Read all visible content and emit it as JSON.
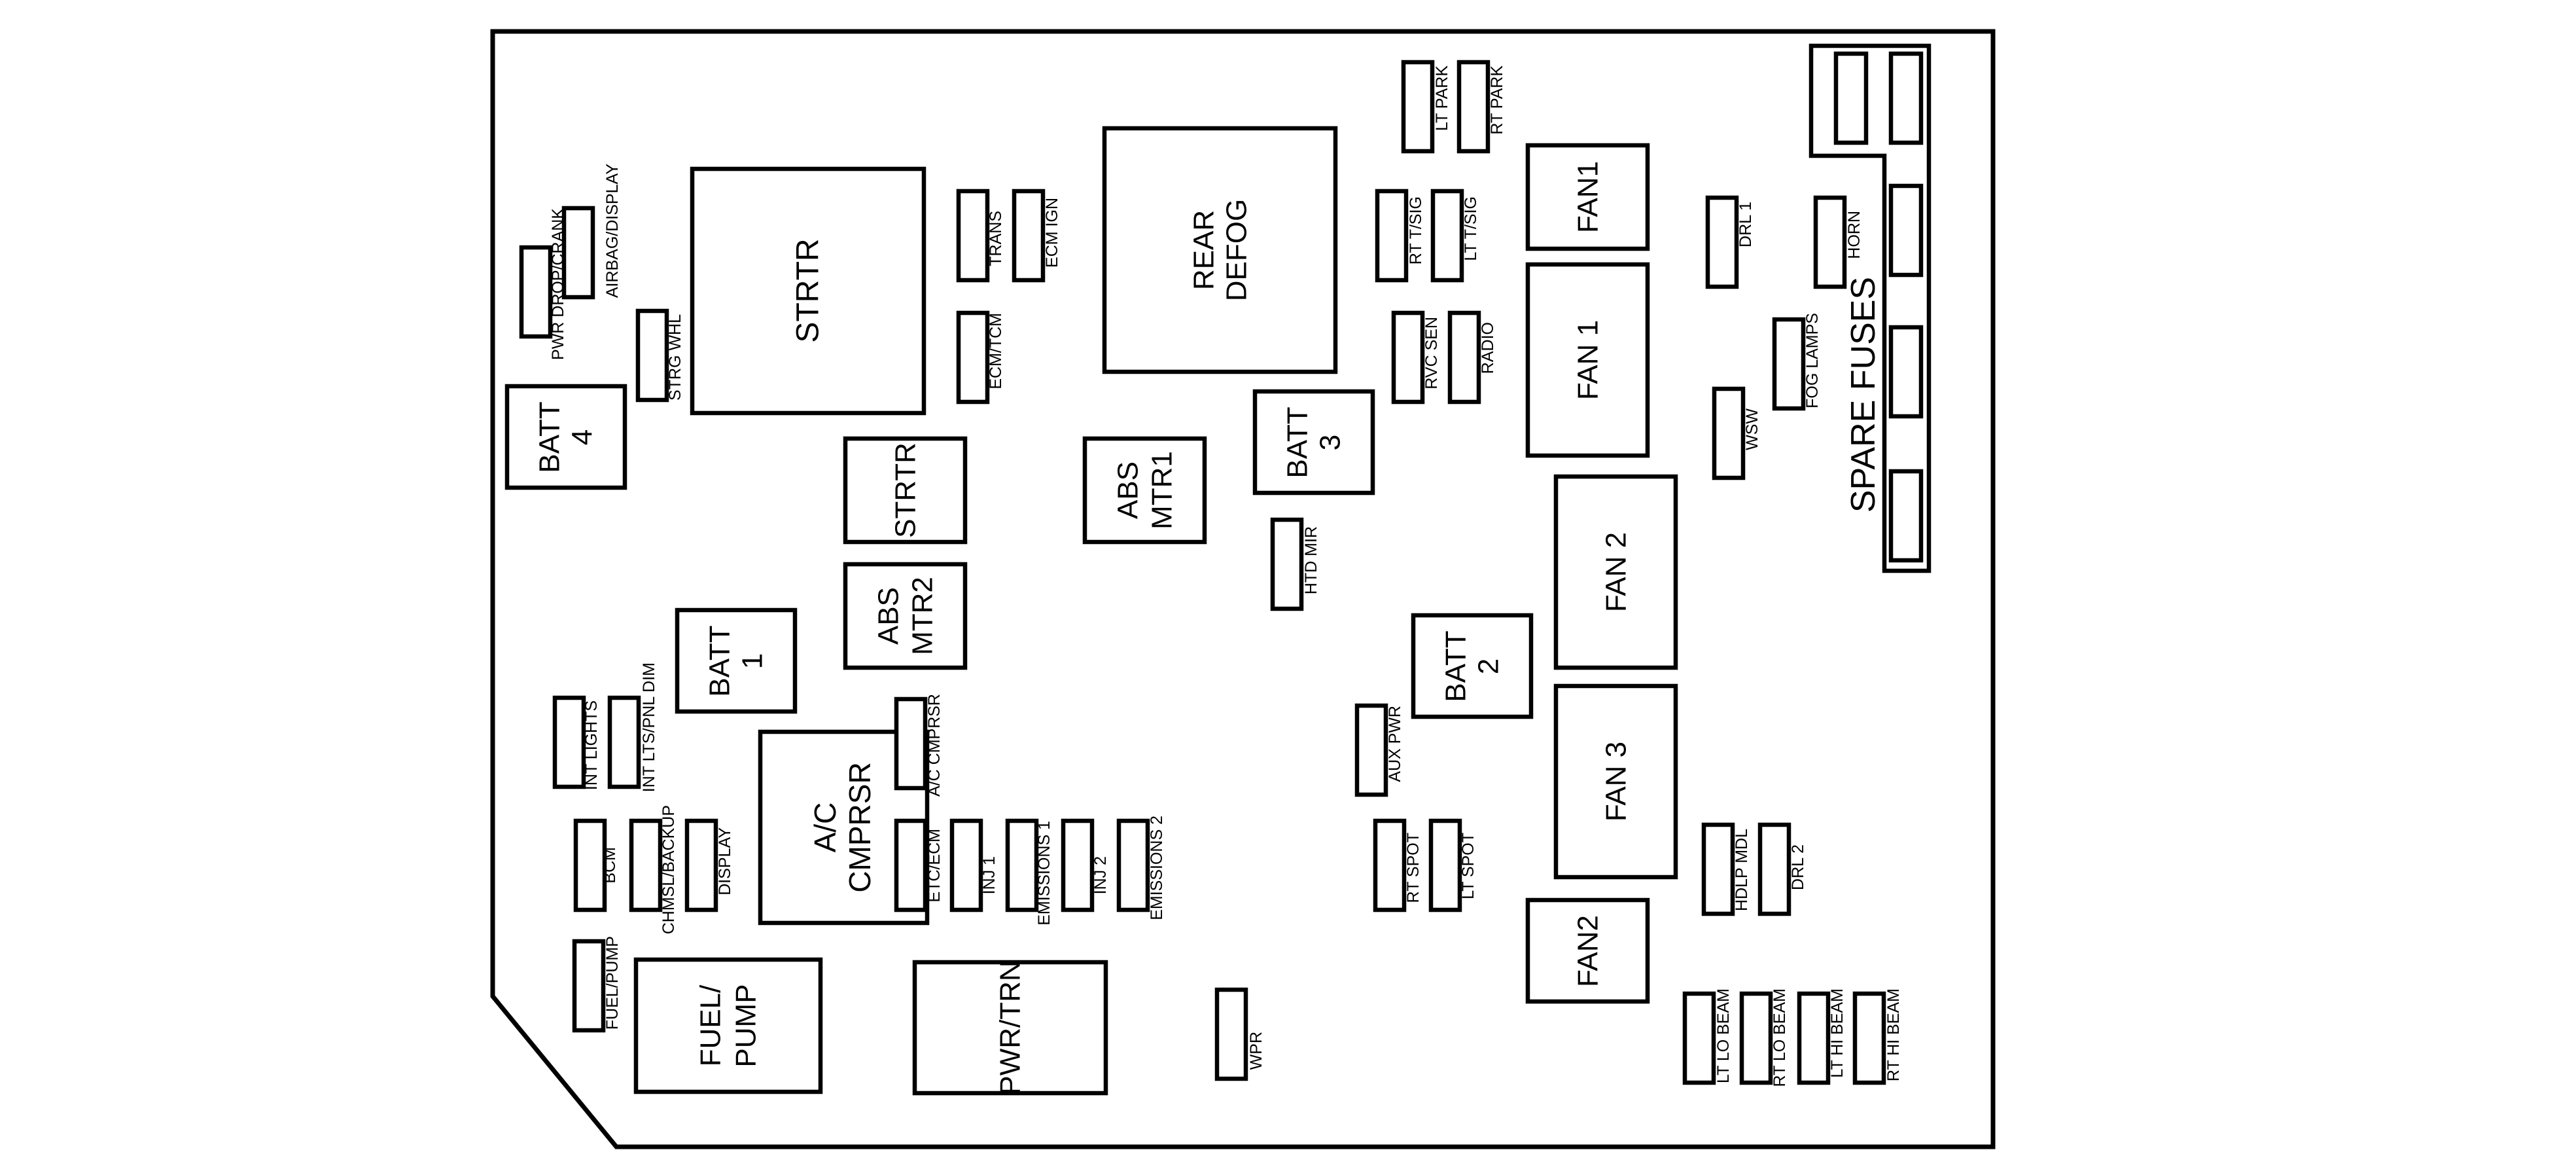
{
  "diagram": {
    "title": "",
    "components": {
      "strtr_relay_large": [
        "STRTR"
      ],
      "rear_defog": [
        "REAR",
        "DEFOG"
      ],
      "batt4": [
        "BATT",
        "4"
      ],
      "strtr_relay_small": [
        "STRTR"
      ],
      "abs_mtr2": [
        "ABS",
        "MTR2"
      ],
      "abs_mtr1": [
        "ABS",
        "MTR1"
      ],
      "batt3": [
        "BATT",
        "3"
      ],
      "batt1": [
        "BATT",
        "1"
      ],
      "ac_cmprsr_relay": [
        "A/C",
        "CMPRSR"
      ],
      "fuel_pump_relay": [
        "FUEL/",
        "PUMP"
      ],
      "pwr_trn_relay": [
        "PWR/TRN"
      ],
      "batt2": [
        "BATT",
        "2"
      ],
      "fan1_small": [
        "FAN1"
      ],
      "fan1_large": [
        "FAN 1"
      ],
      "fan2_large": [
        "FAN 2"
      ],
      "fan3": [
        "FAN 3"
      ],
      "fan2_small": [
        "FAN2"
      ],
      "spare_fuses": [
        "SPARE FUSES"
      ]
    },
    "fuses": {
      "pwr_drop_crank": "PWR DROP/CRANK",
      "airbag_display": "AIRBAG/DISPLAY",
      "strg_whl": "STRG WHL",
      "trans": "TRANS",
      "ecm_ign": "ECM IGN",
      "ecm_tcm": "ECM/TCM",
      "lt_park": "LT PARK",
      "rt_park": "RT PARK",
      "rt_tsig": "RT T/SIG",
      "lt_tsig": "LT T/SIG",
      "rvc_sen": "RVC SEN",
      "radio": "RADIO",
      "drl1": "DRL 1",
      "horn": "HORN",
      "fog_lamps": "FOG LAMPS",
      "wsw": "WSW",
      "htd_mir": "HTD MIR",
      "int_lights": "INT LIGHTS",
      "int_lts_pnl_dim": "INT LTS/PNL DIM",
      "ac_cmprsr_fuse": "A/C CMPRSR",
      "bcm": "BCM",
      "chmsl_backup": "CHMSL/BACKUP",
      "display": "DISPLAY",
      "etc_ecm": "ETC/ECM",
      "inj1": "INJ 1",
      "emissions1": "EMISSIONS 1",
      "inj2": "INJ 2",
      "emissions2": "EMISSIONS 2",
      "fuel_pump_fuse": "FUEL/PUMP",
      "wpr": "WPR",
      "aux_pwr": "AUX PWR",
      "rt_spot": "RT SPOT",
      "lt_spot": "LT SPOT",
      "hdlp_mdl": "HDLP MDL",
      "drl2": "DRL 2",
      "lt_lo_beam": "LT LO BEAM",
      "rt_lo_beam": "RT LO BEAM",
      "lt_hi_beam": "LT HI BEAM",
      "rt_hi_beam": "RT HI BEAM"
    }
  }
}
